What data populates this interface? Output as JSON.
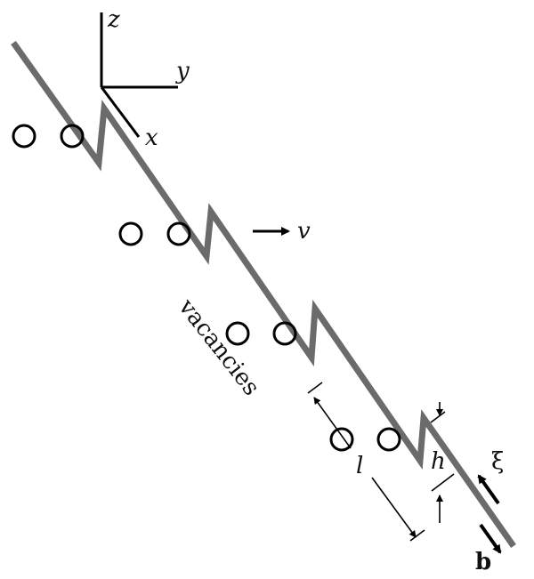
{
  "axes": {
    "z": "z",
    "y": "y",
    "x": "x"
  },
  "velocity_label": "v",
  "vacancies_label": "vacancies",
  "length_label": "l",
  "height_label": "h",
  "xi_label": "ξ",
  "b_label": "b",
  "colors": {
    "dislocation": "#6b6b6b",
    "ink": "#000000"
  }
}
